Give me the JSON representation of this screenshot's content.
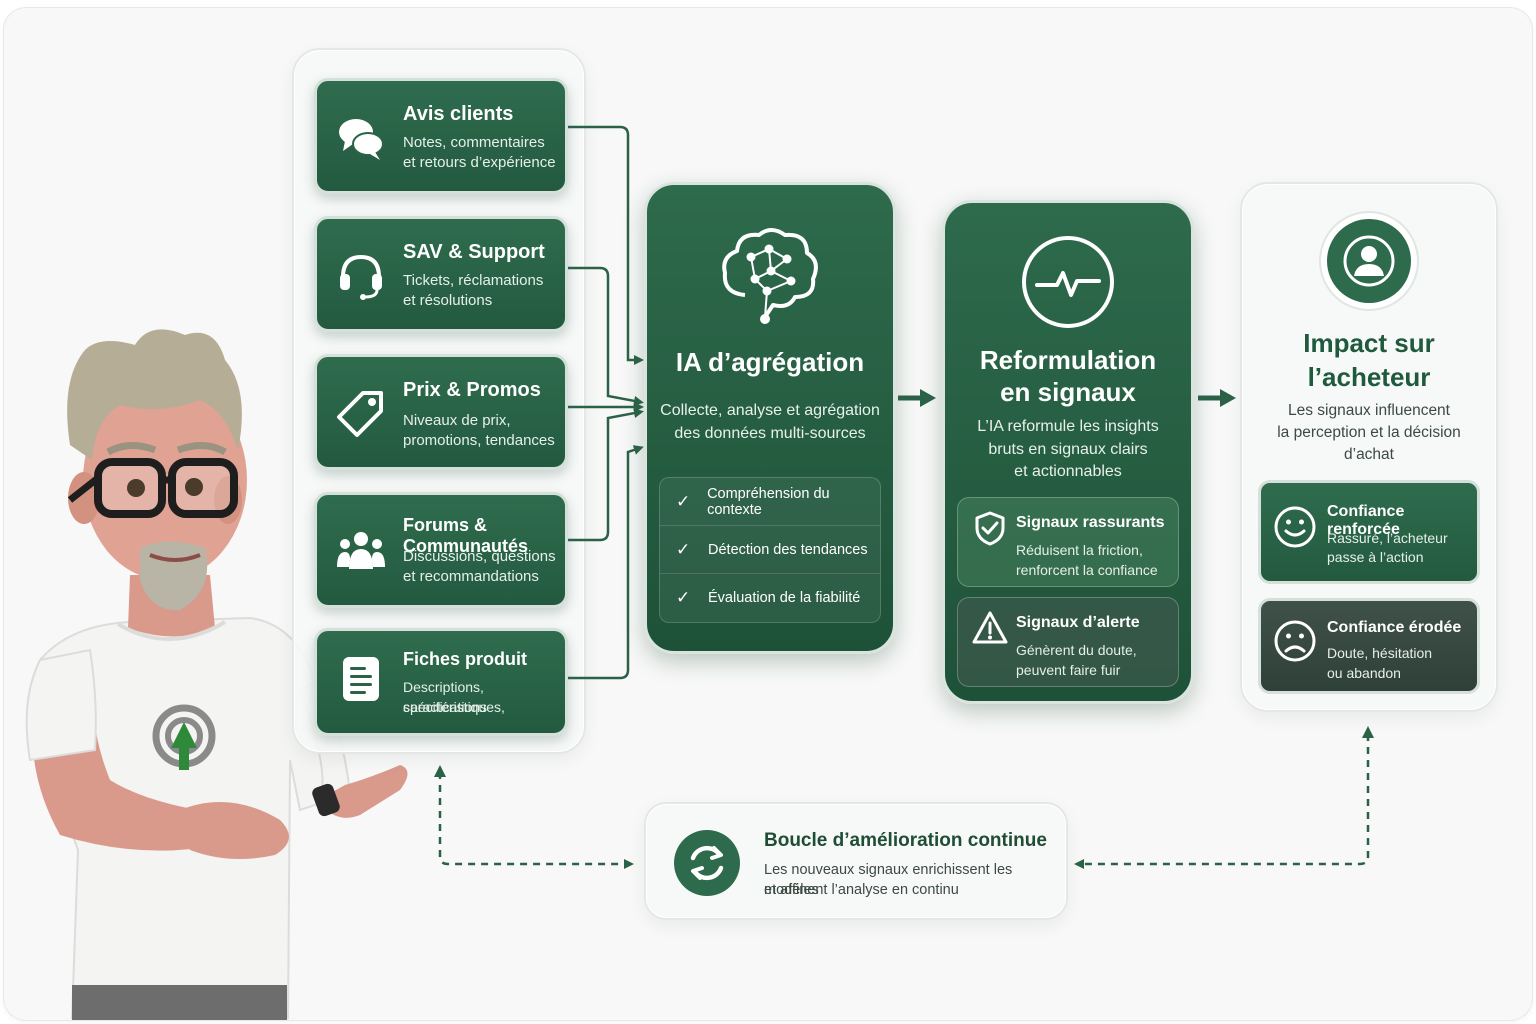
{
  "sources": [
    {
      "title": "Avis clients",
      "desc1": "Notes, commentaires",
      "desc2": "et retours d’expérience",
      "icon": "chat-bubbles-icon"
    },
    {
      "title": "SAV & Support",
      "desc1": "Tickets, réclamations",
      "desc2": "et résolutions",
      "icon": "headset-icon"
    },
    {
      "title": "Prix & Promos",
      "desc1": "Niveaux de prix,",
      "desc2": "promotions, tendances",
      "icon": "price-tag-icon"
    },
    {
      "title": "Forums & Communautés",
      "desc1": "Discussions, questions",
      "desc2": "et recommandations",
      "icon": "community-icon"
    },
    {
      "title": "Fiches produit",
      "desc1": "Descriptions, caractéristiques,",
      "desc2": "spécifications",
      "icon": "document-icon"
    }
  ],
  "aggregation": {
    "title": "IA d’agrégation",
    "desc1": "Collecte, analyse et agrégation",
    "desc2": "des données multi-sources",
    "checks": [
      "Compréhension du contexte",
      "Détection des tendances",
      "Évaluation de la fiabilité"
    ]
  },
  "reformulation": {
    "title1": "Reformulation",
    "title2": "en signaux",
    "desc1": "L’IA reformule les insights",
    "desc2": "bruts en signaux clairs",
    "desc3": "et actionnables",
    "reassuring": {
      "title": "Signaux rassurants",
      "desc1": "Réduisent la friction,",
      "desc2": "renforcent la confiance"
    },
    "alert": {
      "title": "Signaux d’alerte",
      "desc1": "Génèrent du doute,",
      "desc2": "peuvent faire fuir"
    }
  },
  "impact": {
    "title1": "Impact sur",
    "title2": "l’acheteur",
    "desc1": "Les signaux influencent",
    "desc2": "la perception et la décision",
    "desc3": "d’achat",
    "positive": {
      "title": "Confiance renforcée",
      "desc1": "Rassuré, l’acheteur",
      "desc2": "passe à l’action"
    },
    "negative": {
      "title": "Confiance érodée",
      "desc1": "Doute, hésitation",
      "desc2": "ou abandon"
    }
  },
  "loop": {
    "title": "Boucle d’amélioration continue",
    "desc1": "Les nouveaux signaux enrichissent les modèles",
    "desc2": "et affinent l’analyse en continu"
  },
  "colors": {
    "primary": "#235a3f",
    "accent": "#2f6c4e",
    "arrow": "#2b6147",
    "background": "#f7f8f7"
  }
}
